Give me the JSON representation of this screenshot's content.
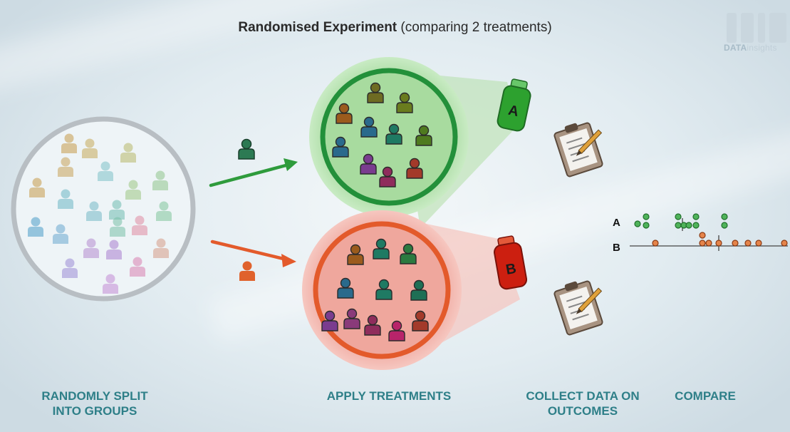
{
  "title": {
    "bold": "Randomised Experiment",
    "rest": " (comparing 2 treatments)"
  },
  "logo": {
    "text_bold": "DATA",
    "text_light": "insights"
  },
  "steps": {
    "split": "RANDOMLY SPLIT\nINTO GROUPS",
    "apply": "APPLY TREATMENTS",
    "collect": "COLLECT DATA ON\nOUTCOMES",
    "compare": "COMPARE"
  },
  "groups": [
    {
      "letter": "A",
      "color": "#2e9b3c",
      "bottle_color": "#2da12f"
    },
    {
      "letter": "B",
      "color": "#e35a2b",
      "bottle_color": "#cc1f10"
    }
  ],
  "colors": {
    "green": "#2e9b3c",
    "orange": "#e35a2b",
    "teal": "#2e7f88",
    "person_palette": [
      "#9b5b1d",
      "#6b7a22",
      "#2a6a8c",
      "#1f7a63",
      "#5a7a1e",
      "#7a3c8f",
      "#8f2d5c",
      "#a33a2a",
      "#1f6f55"
    ]
  },
  "icons": [
    "person-icon",
    "arrow-icon",
    "bottle-icon",
    "clipboard-icon",
    "logo-icon"
  ],
  "compare_chart": {
    "row_labels": [
      "A",
      "B"
    ]
  }
}
